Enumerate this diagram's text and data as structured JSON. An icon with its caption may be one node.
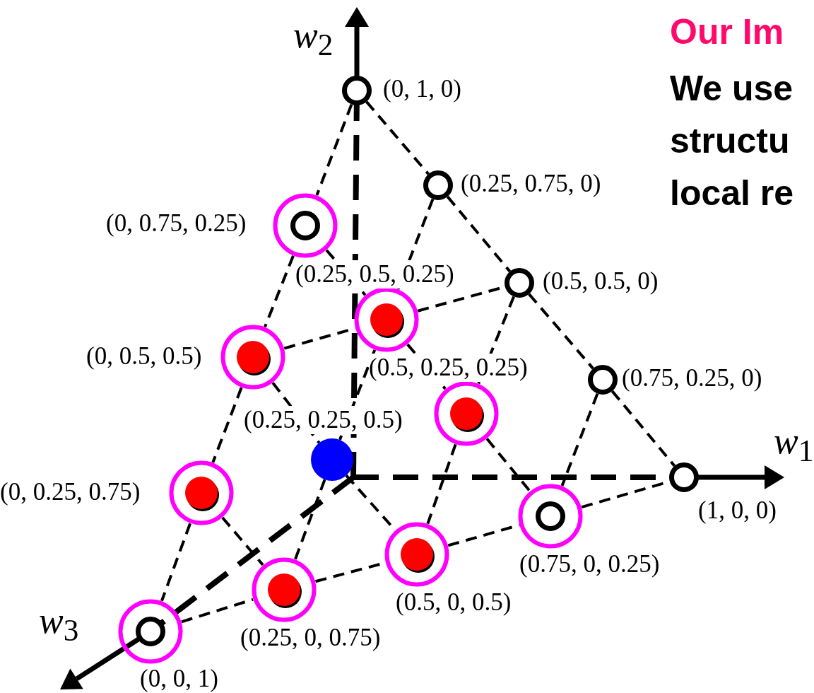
{
  "diagram": {
    "nodes": [
      {
        "text": [],
        "shape": "circle",
        "beside": [
          "(0, 1, 0)"
        ]
      },
      {
        "text": [],
        "shape": "circle",
        "beside": [
          "(0.25, 0.75, 0)"
        ]
      },
      {
        "text": [],
        "shape": "circle",
        "beside": [
          "(0, 0.75, 0.25)"
        ]
      },
      {
        "text": [],
        "shape": "circle",
        "beside": [
          "(0.5, 0.5, 0)"
        ]
      },
      {
        "text": [],
        "shape": "circle",
        "beside": [
          "(0.25, 0.5, 0.25)"
        ]
      },
      {
        "text": [],
        "shape": "circle",
        "beside": [
          "(0, 0.5, 0.5)"
        ]
      },
      {
        "text": [],
        "shape": "circle",
        "beside": [
          "(0.75, 0.25, 0)"
        ]
      },
      {
        "text": [],
        "shape": "circle",
        "beside": [
          "(0.5, 0.25, 0.25)"
        ]
      },
      {
        "text": [],
        "shape": "circle",
        "beside": [
          "(0.25, 0.25, 0.5)"
        ]
      },
      {
        "text": [],
        "shape": "circle",
        "beside": [
          "(1, 0, 0)"
        ]
      },
      {
        "text": [],
        "shape": "circle",
        "beside": [
          "(0, 0.25, 0.75)"
        ]
      },
      {
        "text": [],
        "shape": "circle",
        "beside": [
          "(0.75, 0, 0.25)"
        ]
      },
      {
        "text": [],
        "shape": "circle",
        "beside": [
          "(0.5, 0, 0.5)"
        ]
      },
      {
        "text": [],
        "shape": "circle",
        "beside": [
          "(0.25, 0, 0.75)"
        ]
      },
      {
        "text": [],
        "shape": "circle",
        "beside": [
          "(0, 0, 1)"
        ]
      }
    ],
    "edges": [
      {
        "from": 0,
        "to": 2,
        "arrow": "none",
        "style": "dashed"
      },
      {
        "from": 2,
        "to": 5,
        "arrow": "none",
        "style": "dashed"
      },
      {
        "from": 5,
        "to": 10,
        "arrow": "none",
        "style": "dashed"
      },
      {
        "from": 10,
        "to": 14,
        "arrow": "none",
        "style": "dashed"
      },
      {
        "from": 0,
        "to": 1,
        "arrow": "none",
        "style": "dashed"
      },
      {
        "from": 1,
        "to": 3,
        "arrow": "none",
        "style": "dashed"
      },
      {
        "from": 3,
        "to": 6,
        "arrow": "none",
        "style": "dashed"
      },
      {
        "from": 6,
        "to": 9,
        "arrow": "none",
        "style": "dashed"
      },
      {
        "from": 14,
        "to": 13,
        "arrow": "none",
        "style": "dashed"
      },
      {
        "from": 13,
        "to": 12,
        "arrow": "none",
        "style": "dashed"
      },
      {
        "from": 12,
        "to": 11,
        "arrow": "none",
        "style": "dashed"
      },
      {
        "from": 11,
        "to": 9,
        "arrow": "none",
        "style": "dashed"
      },
      {
        "from": 1,
        "to": 4,
        "arrow": "none",
        "style": "dashed"
      },
      {
        "from": 4,
        "to": 8,
        "arrow": "none",
        "style": "dashed"
      },
      {
        "from": 8,
        "to": 13,
        "arrow": "none",
        "style": "dashed"
      },
      {
        "from": 3,
        "to": 7,
        "arrow": "none",
        "style": "dashed"
      },
      {
        "from": 7,
        "to": 12,
        "arrow": "none",
        "style": "dashed"
      },
      {
        "from": 6,
        "to": 11,
        "arrow": "none",
        "style": "dashed"
      },
      {
        "from": 2,
        "to": 4,
        "arrow": "none",
        "style": "dashed"
      },
      {
        "from": 4,
        "to": 7,
        "arrow": "none",
        "style": "dashed"
      },
      {
        "from": 7,
        "to": 11,
        "arrow": "none",
        "style": "dashed"
      },
      {
        "from": 5,
        "to": 8,
        "arrow": "none",
        "style": "dashed"
      },
      {
        "from": 8,
        "to": 12,
        "arrow": "none",
        "style": "dashed"
      },
      {
        "from": 10,
        "to": 13,
        "arrow": "none",
        "style": "dashed"
      },
      {
        "from": 5,
        "to": 4,
        "arrow": "none",
        "style": "dashed"
      },
      {
        "from": 4,
        "to": 3,
        "arrow": "none",
        "style": "dashed"
      }
    ],
    "labels": [
      "*w*$_{2}$",
      "Our Im",
      "We use",
      "structu",
      "local re",
      "*w*$_{1}$",
      "*w*$_{3}$"
    ]
  }
}
